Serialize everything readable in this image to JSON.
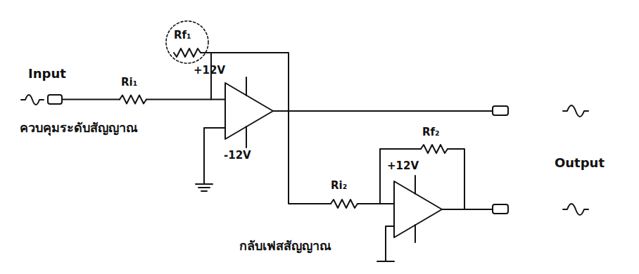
{
  "diagram": {
    "labels": [
      "Rf₁",
      "Input",
      "Ri₁",
      "+12V",
      "ควบคุมระดับสัญญาณ",
      "-12V",
      "Rf₂",
      "Output",
      "Ri₂",
      "+12V",
      "กลับเฟสสัญญาณ"
    ]
  }
}
